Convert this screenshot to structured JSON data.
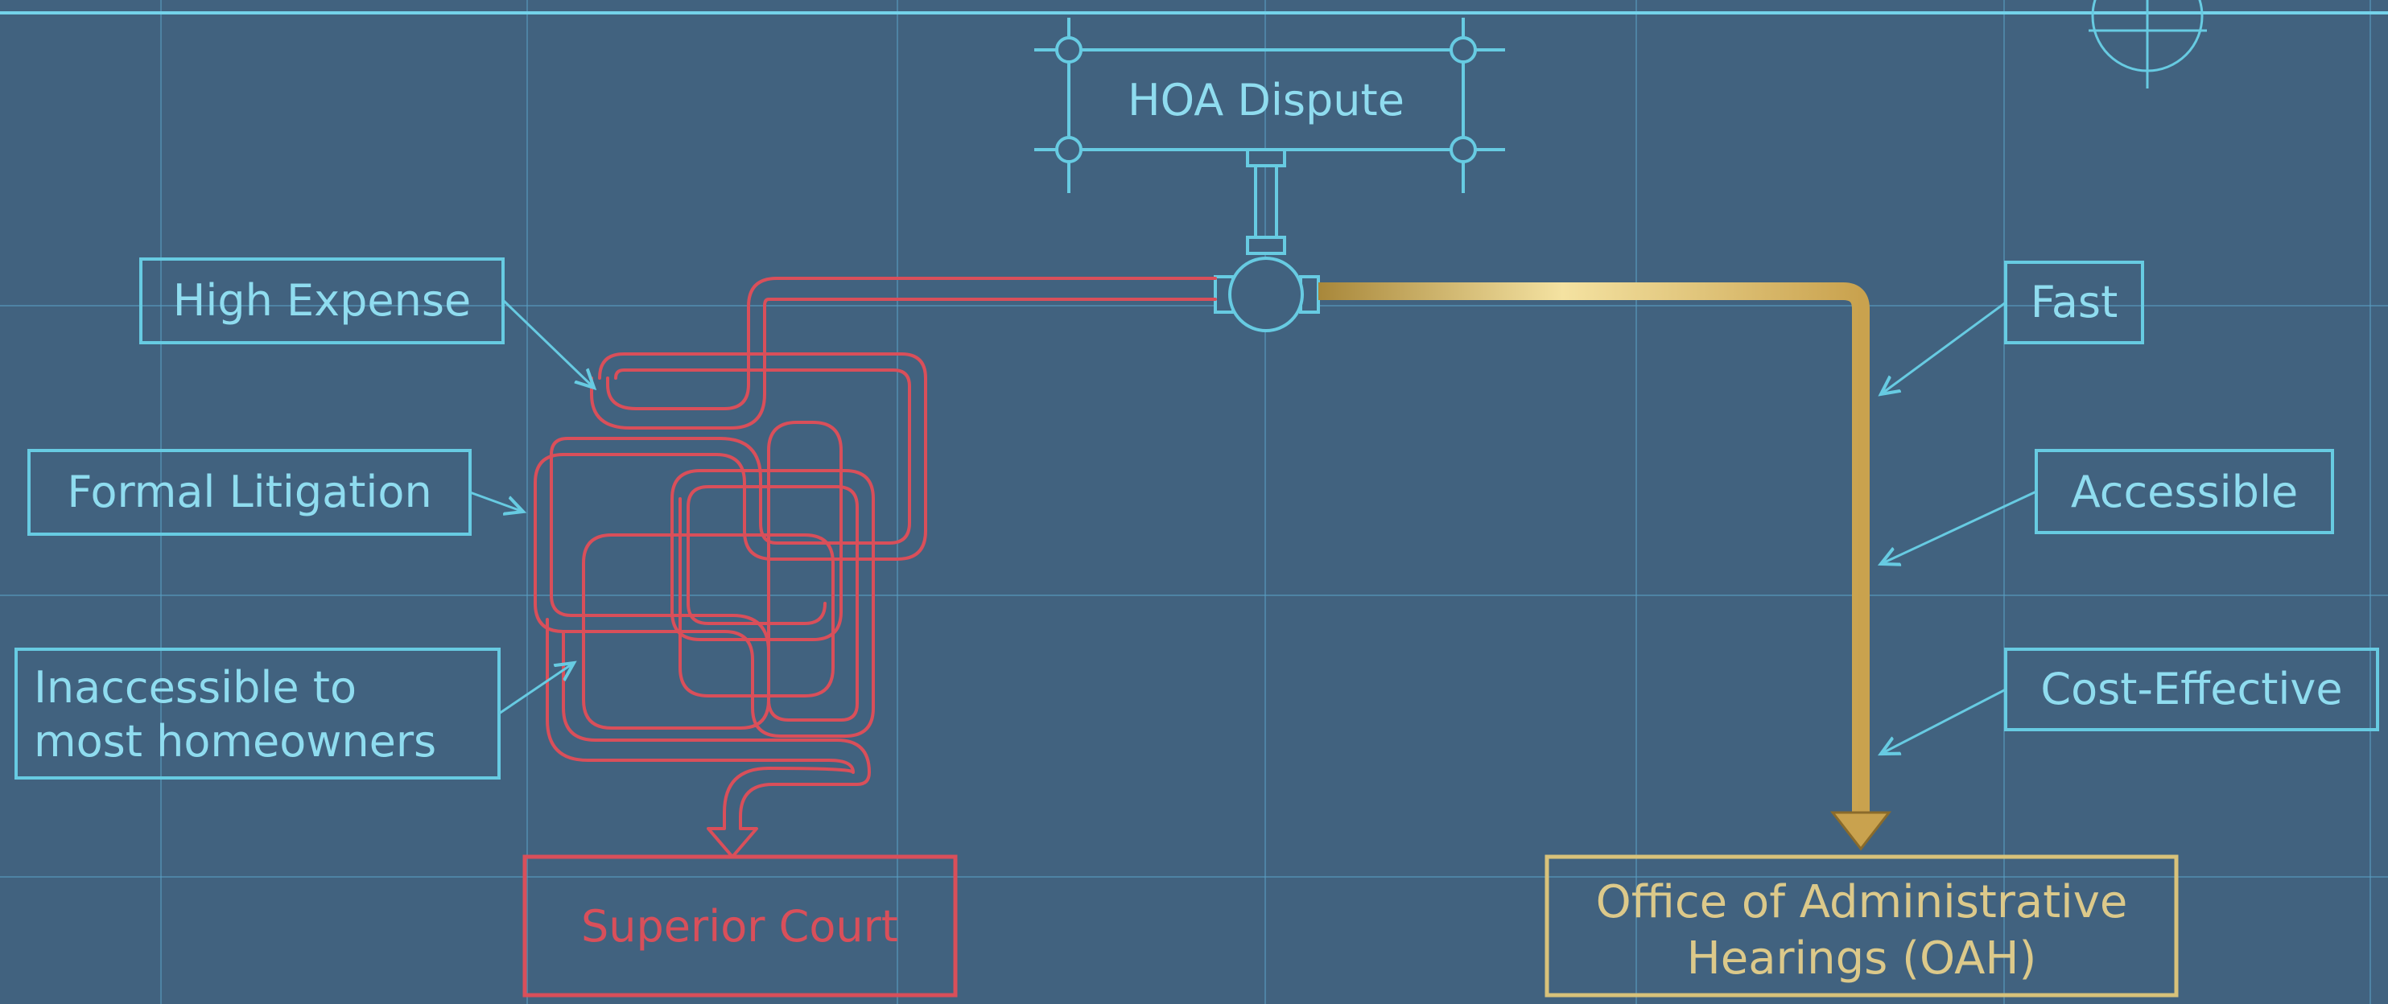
{
  "source_node": {
    "label": "HOA Dispute"
  },
  "left_path": {
    "annotations": [
      {
        "label_lines": [
          "High Expense"
        ]
      },
      {
        "label_lines": [
          "Formal Litigation"
        ]
      },
      {
        "label_lines": [
          "Inaccessible to",
          "most homeowners"
        ]
      }
    ],
    "destination": {
      "label_lines": [
        "Superior Court"
      ]
    }
  },
  "right_path": {
    "annotations": [
      {
        "label_lines": [
          "Fast"
        ]
      },
      {
        "label_lines": [
          "Accessible"
        ]
      },
      {
        "label_lines": [
          "Cost-Effective"
        ]
      }
    ],
    "destination": {
      "label_lines": [
        "Office of Administrative",
        "Hearings (OAH)"
      ]
    }
  },
  "colors": {
    "background": "#41627f",
    "grid": "#5a9fc3",
    "blueprint_line": "#67cbe2",
    "label_text": "#8fdcef",
    "left_path": "#d94f5a",
    "right_path": "#d8b35a"
  }
}
